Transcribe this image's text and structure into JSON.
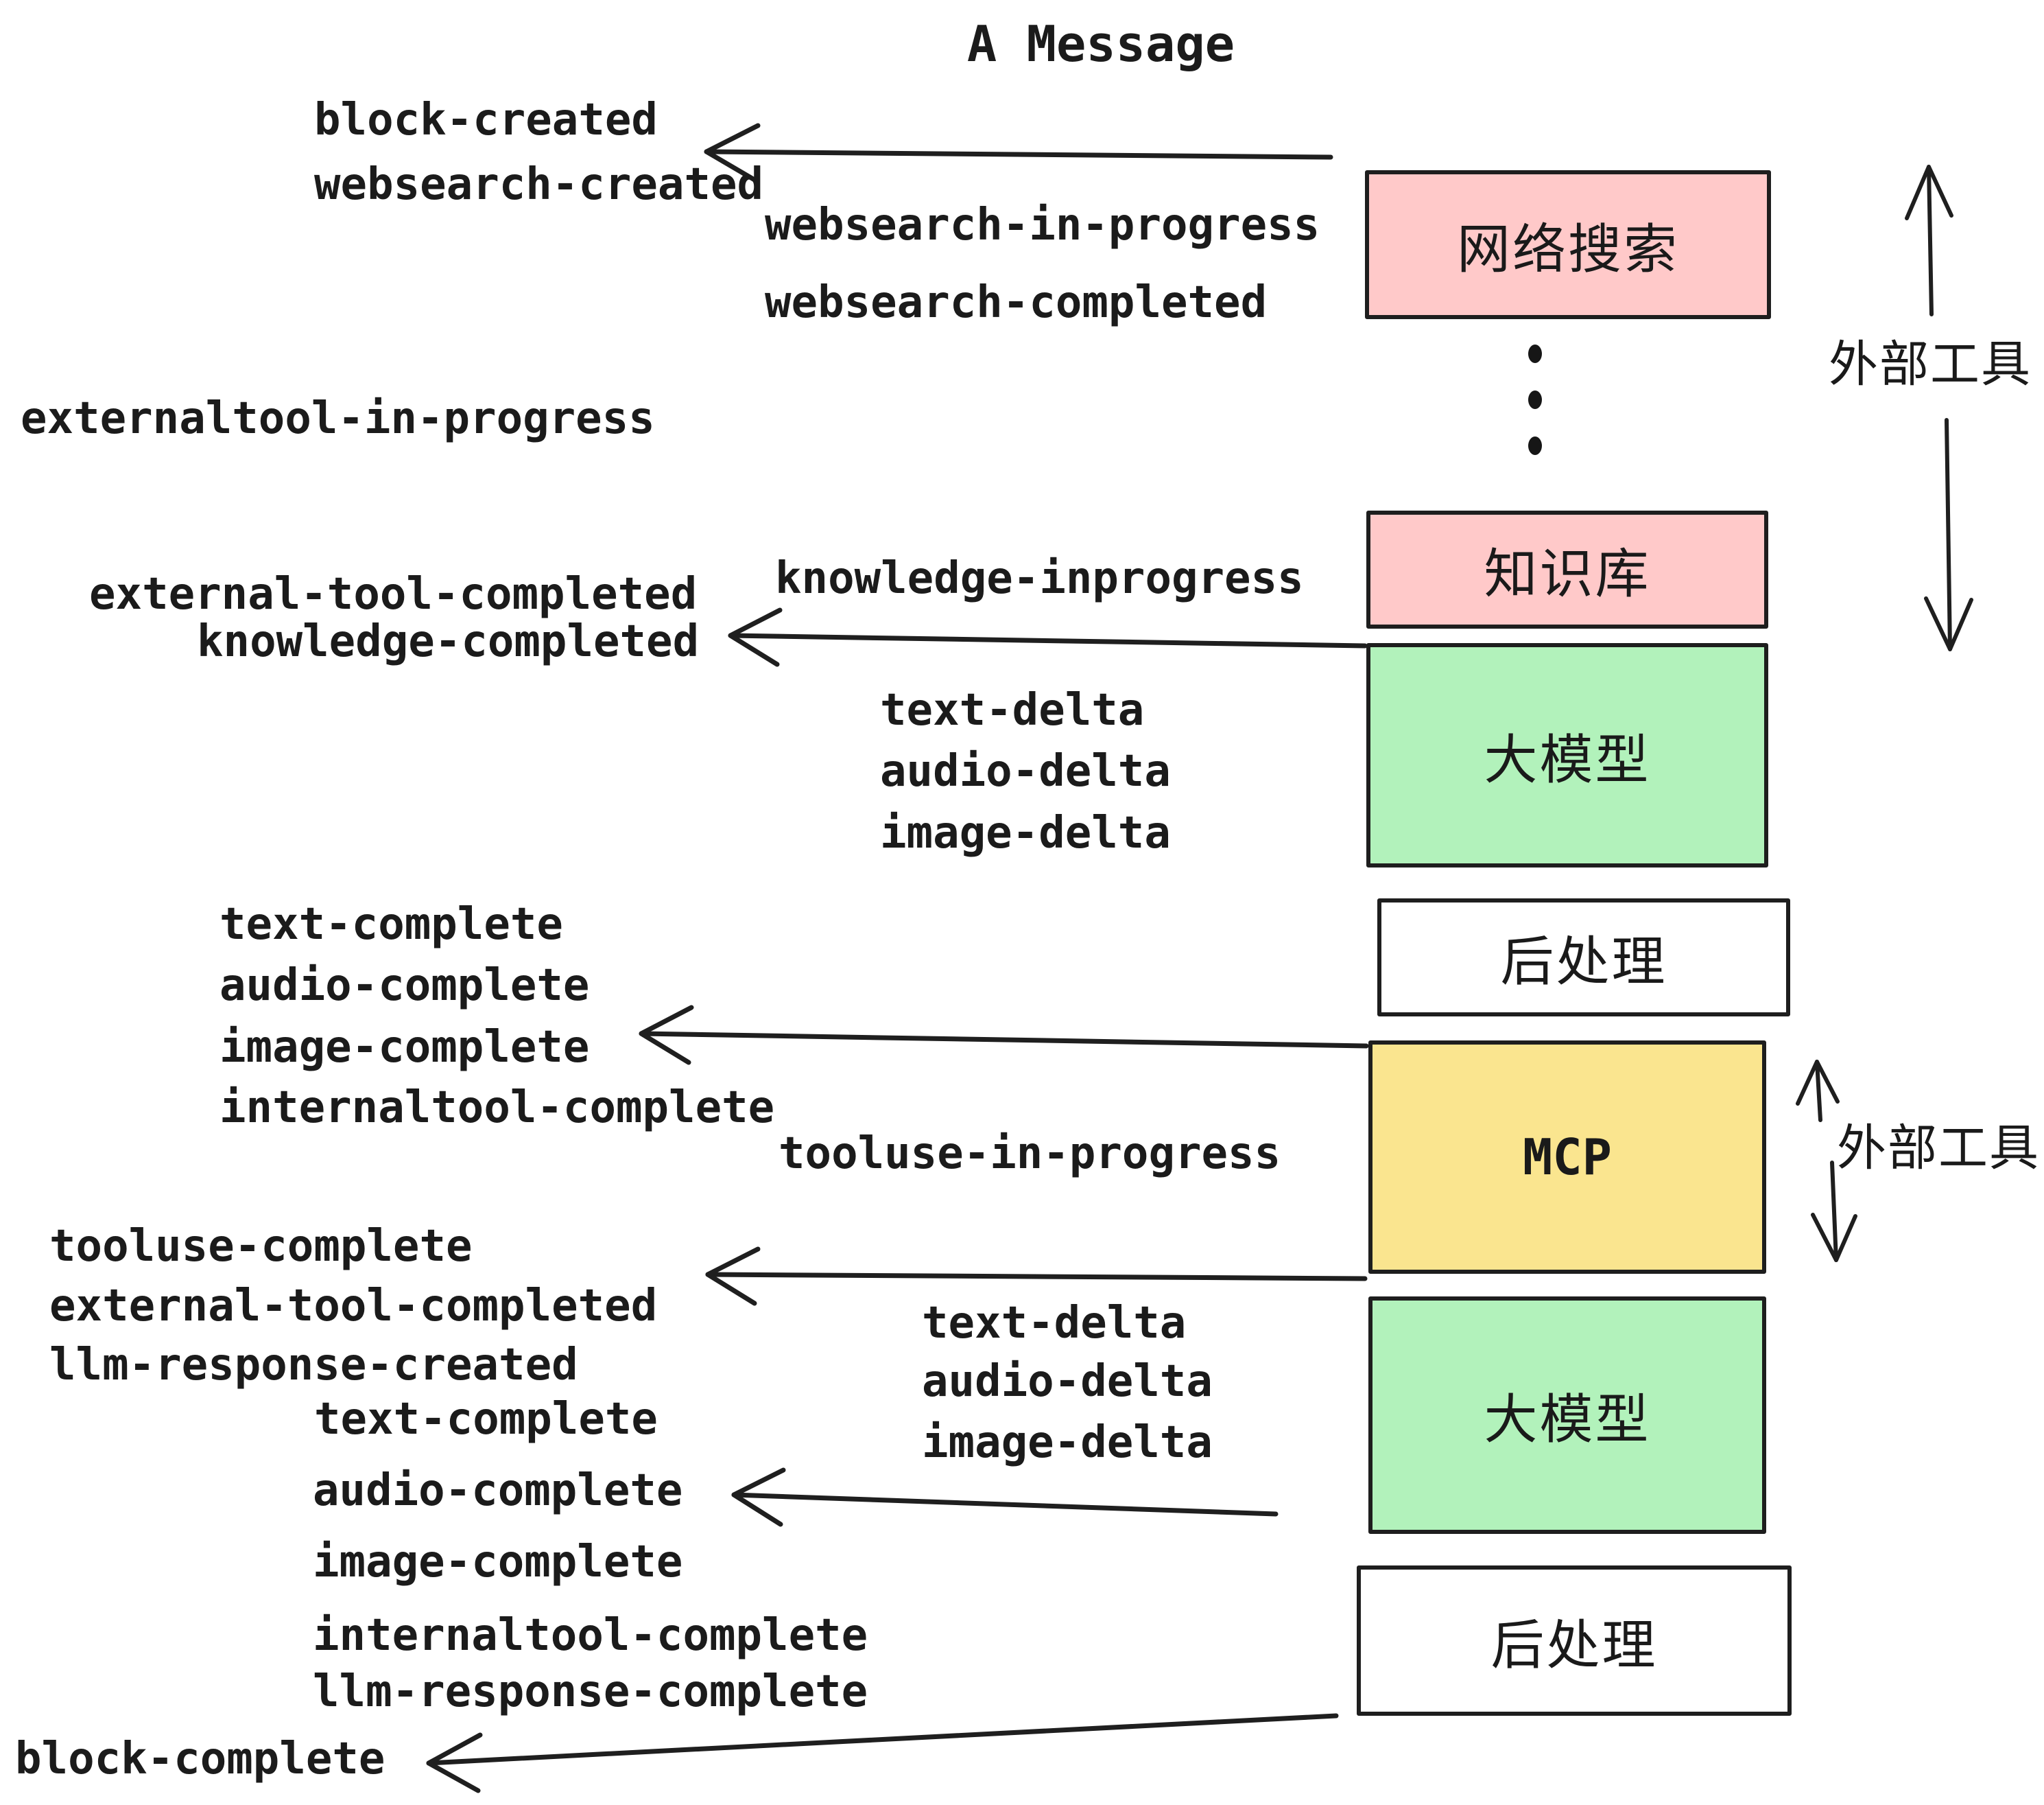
{
  "title": "A Message",
  "colors": {
    "background": "#ffffff",
    "ink": "#1e1e1e",
    "box_pink": "#ffc9c9",
    "box_green": "#b2f2bb",
    "box_yellow": "#fae58f",
    "box_white": "#ffffff"
  },
  "boxes": [
    {
      "id": "websearch",
      "label": "网络搜索",
      "color": "#ffc9c9"
    },
    {
      "id": "knowledge",
      "label": "知识库",
      "color": "#ffc9c9"
    },
    {
      "id": "llm-1",
      "label": "大模型",
      "color": "#b2f2bb"
    },
    {
      "id": "postprocess-1",
      "label": "后处理",
      "color": "#ffffff"
    },
    {
      "id": "mcp",
      "label": "MCP",
      "color": "#fae58f"
    },
    {
      "id": "llm-2",
      "label": "大模型",
      "color": "#b2f2bb"
    },
    {
      "id": "postprocess-2",
      "label": "后处理",
      "color": "#ffffff"
    }
  ],
  "side_labels": [
    {
      "id": "external-tools-top",
      "label": "外部工具"
    },
    {
      "id": "external-tools-bottom",
      "label": "外部工具"
    }
  ],
  "events": [
    {
      "id": "block-created",
      "text": "block-created"
    },
    {
      "id": "websearch-created",
      "text": "websearch-created"
    },
    {
      "id": "websearch-in-progress",
      "text": "websearch-in-progress"
    },
    {
      "id": "websearch-completed",
      "text": "websearch-completed"
    },
    {
      "id": "externaltool-in-progress",
      "text": "externaltool-in-progress"
    },
    {
      "id": "knowledge-inprogress",
      "text": "knowledge-inprogress"
    },
    {
      "id": "external-tool-completed-1",
      "text": "external-tool-completed"
    },
    {
      "id": "knowledge-completed",
      "text": "knowledge-completed"
    },
    {
      "id": "text-delta-1",
      "text": "text-delta"
    },
    {
      "id": "audio-delta-1",
      "text": "audio-delta"
    },
    {
      "id": "image-delta-1",
      "text": "image-delta"
    },
    {
      "id": "text-complete-1",
      "text": "text-complete"
    },
    {
      "id": "audio-complete-1",
      "text": "audio-complete"
    },
    {
      "id": "image-complete-1",
      "text": "image-complete"
    },
    {
      "id": "internaltool-complete-1",
      "text": "internaltool-complete"
    },
    {
      "id": "tooluse-in-progress",
      "text": "tooluse-in-progress"
    },
    {
      "id": "tooluse-complete",
      "text": "tooluse-complete"
    },
    {
      "id": "external-tool-completed-2",
      "text": "external-tool-completed"
    },
    {
      "id": "llm-response-created",
      "text": "llm-response-created"
    },
    {
      "id": "text-delta-2",
      "text": "text-delta"
    },
    {
      "id": "audio-delta-2",
      "text": "audio-delta"
    },
    {
      "id": "image-delta-2",
      "text": "image-delta"
    },
    {
      "id": "text-complete-2",
      "text": "text-complete"
    },
    {
      "id": "audio-complete-2",
      "text": "audio-complete"
    },
    {
      "id": "image-complete-2",
      "text": "image-complete"
    },
    {
      "id": "internaltool-complete-2",
      "text": "internaltool-complete"
    },
    {
      "id": "llm-response-complete",
      "text": "llm-response-complete"
    },
    {
      "id": "block-complete",
      "text": "block-complete"
    }
  ]
}
